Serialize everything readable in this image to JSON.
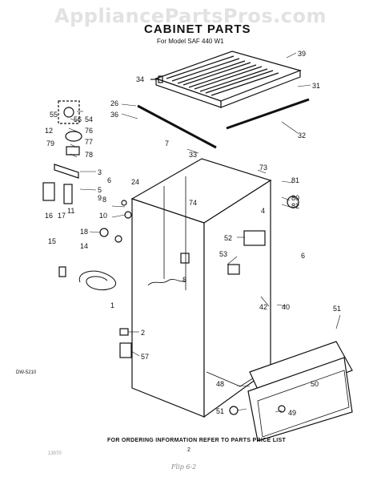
{
  "watermark": "AppliancePartsPros.com",
  "header": {
    "title": "CABINET PARTS",
    "subtitle": "For Model SAF 440 W1"
  },
  "callouts": [
    "39",
    "34",
    "31",
    "26",
    "36",
    "32",
    "55",
    "56",
    "54",
    "12",
    "76",
    "77",
    "78",
    "33",
    "7",
    "73",
    "79",
    "3",
    "6",
    "24",
    "81",
    "80",
    "82",
    "5",
    "9",
    "16",
    "17",
    "11",
    "8",
    "74",
    "10",
    "4",
    "18",
    "52",
    "15",
    "14",
    "53",
    "6",
    "8",
    "42",
    "51",
    "40",
    "1",
    "2",
    "57",
    "48",
    "50",
    "51",
    "49"
  ],
  "footer": {
    "order_note": "FOR ORDERING INFORMATION REFER TO PARTS PRICE LIST",
    "page_number": "2",
    "doc_ref": "DW-5210",
    "code": "13070",
    "signature": "Flip 6-2"
  }
}
